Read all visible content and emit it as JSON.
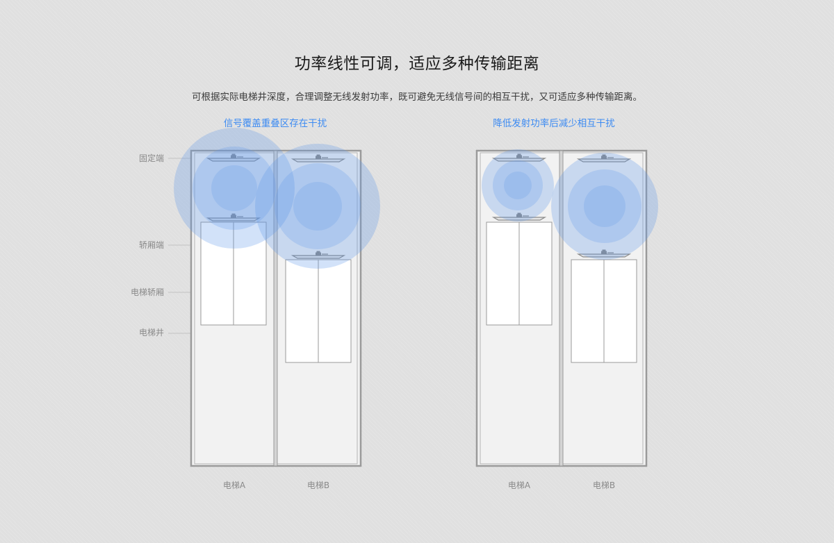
{
  "title": "功率线性可调，适应多种传输距离",
  "subtitle": "可根据实际电梯井深度，合理调整无线发射功率，既可避免无线信号间的相互干扰，又可适应多种传输距离。",
  "panels": [
    {
      "heading": "信号覆盖重叠区存在干扰",
      "elevators": [
        {
          "label": "电梯A"
        },
        {
          "label": "电梯B"
        }
      ]
    },
    {
      "heading": "降低发射功率后减少相互干扰",
      "elevators": [
        {
          "label": "电梯A"
        },
        {
          "label": "电梯B"
        }
      ]
    }
  ],
  "callouts": [
    "固定端",
    "轿厢端",
    "电梯轿厢",
    "电梯井"
  ],
  "colors": {
    "accent": "#3d8bf2",
    "signal": "#5f96ea",
    "frame": "#9a9a9a"
  }
}
